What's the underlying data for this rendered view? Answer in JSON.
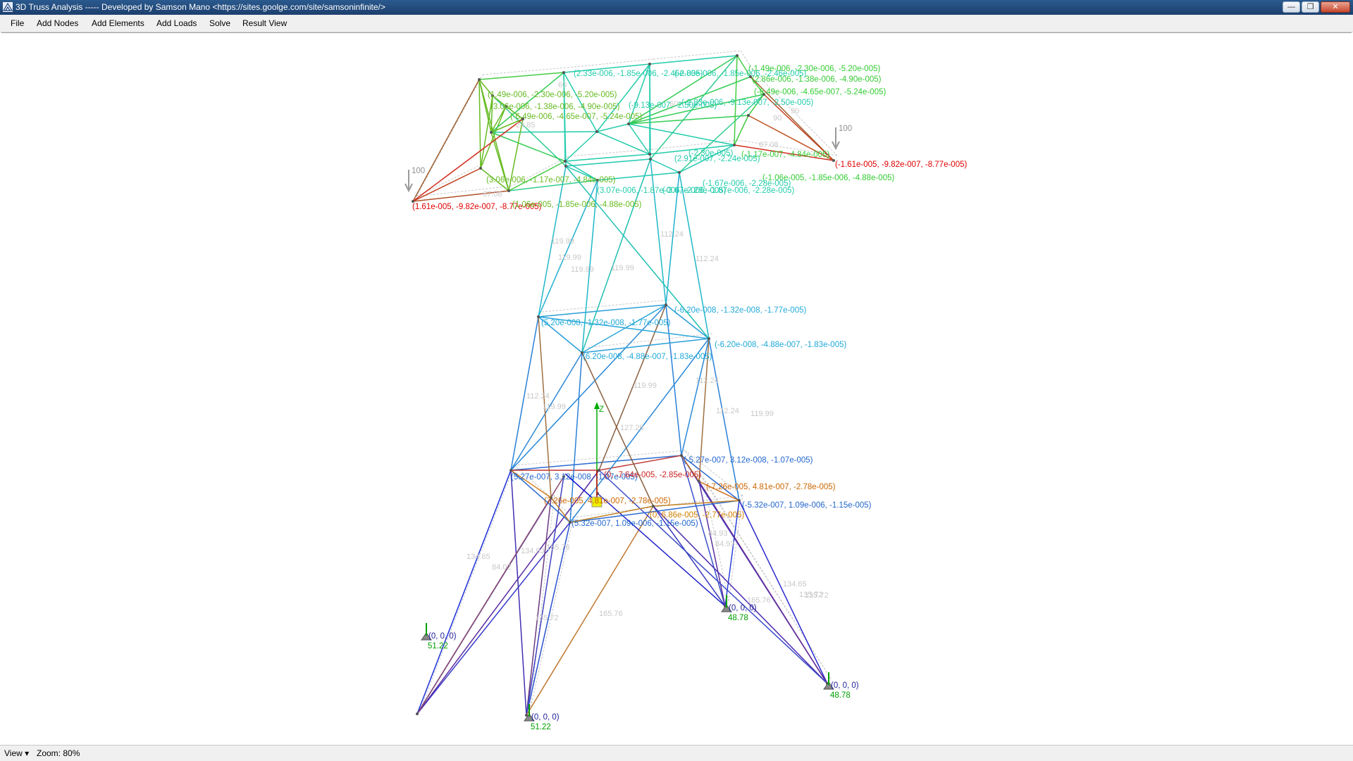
{
  "window": {
    "title": "3D Truss Analysis ----- Developed by Samson Mano <https://sites.goolge.com/site/samsoninfinite/>",
    "buttons": {
      "minimize": "—",
      "maximize": "❐",
      "close": "✕"
    }
  },
  "menu": {
    "items": [
      {
        "label": "File"
      },
      {
        "label": "Add Nodes"
      },
      {
        "label": "Add Elements"
      },
      {
        "label": "Add Loads"
      },
      {
        "label": "Solve"
      },
      {
        "label": "Result View"
      }
    ]
  },
  "status": {
    "view_label": "View ▾",
    "zoom_label": "Zoom: 80%"
  },
  "colors": {
    "support_green": "#00a000",
    "load_arrow": "#9a9a9a",
    "axis_z": "#00aa00",
    "axis_x": "#cc0000",
    "axis_y": "#0000cc"
  },
  "model": {
    "loads": [
      {
        "label": "100"
      },
      {
        "label": "100"
      }
    ],
    "axis_label": "Z",
    "displacement_labels": [
      {
        "text": "(1.61e-005, -9.82e-007, -8.77e-005)",
        "color": "#e00000"
      },
      {
        "text": "(-1.61e-005, -9.82e-007, -8.77e-005)",
        "color": "#e00000"
      },
      {
        "text": "(-6.20e-008, -1.32e-008, -1.77e-005)",
        "color": "#1fa9d8"
      },
      {
        "text": "(-6.20e-008, -4.88e-007, -1.83e-005)",
        "color": "#1fa9d8"
      },
      {
        "text": "(6.20e-008, -4.88e-007, -1.83e-005)",
        "color": "#1fa9d8"
      },
      {
        "text": "(5.20e-008, -1.32e-008, -1.77e-005)",
        "color": "#1fa9d8"
      },
      {
        "text": "(-5.27e-007, 3.12e-008, -1.07e-005)",
        "color": "#2266cc"
      },
      {
        "text": "(-5.32e-007, 1.09e-006, -1.15e-005)",
        "color": "#2266cc"
      },
      {
        "text": "(5.32e-007, 1.09e-006, -1.15e-005)",
        "color": "#2266cc"
      },
      {
        "text": "(5.27e-007, 3.12e-008, -1.07e-005)",
        "color": "#2266cc"
      },
      {
        "text": "(-7.26e-005, 4.81e-007, -2.78e-005)",
        "color": "#cc6600"
      },
      {
        "text": "(7.26e-005, 4.81e-007, -2.78e-005)",
        "color": "#cc6600"
      },
      {
        "text": "(0, 6.86e-005, -2.77e-005)",
        "color": "#d08000"
      },
      {
        "text": "(0, -7.64e-005, -2.85e-005)",
        "color": "#cc2222"
      },
      {
        "text": "(-1.49e-006, -2.30e-006, -5.20e-005)",
        "color": "#33cc33"
      },
      {
        "text": "(2.86e-006, -1.38e-006, -4.90e-005)",
        "color": "#33cc33"
      },
      {
        "text": "(-6.49e-006, -4.65e-007, -5.24e-005)",
        "color": "#33cc33"
      },
      {
        "text": "(-1.17e-007, -4.84e-005)",
        "color": "#33cc33"
      },
      {
        "text": "(-1.06e-005, -1.85e-006, -4.88e-005)",
        "color": "#33cc33"
      },
      {
        "text": "(1.49e-006, -2.30e-006, -5.20e-005)",
        "color": "#66bb22"
      },
      {
        "text": "(3.06e-006, -1.38e-006, -4.90e-005)",
        "color": "#66bb22"
      },
      {
        "text": "(-6.49e-006, -4.65e-007, -5.24e-005)",
        "color": "#66bb22"
      },
      {
        "text": "(3.06e-006, -1.17e-007, -4.84e-005)",
        "color": "#66bb22"
      },
      {
        "text": "(1.06e-005, -1.85e-006, -4.88e-005)",
        "color": "#66bb22"
      },
      {
        "text": "(2.33e-006, -1.85e-006, -2.46e-005)",
        "color": "#22ccaa"
      },
      {
        "text": "(-2.83e-006, -1.85e-006, -2.46e-005)",
        "color": "#22ccaa"
      },
      {
        "text": "(-9.13e-007, -2.50e-005)",
        "color": "#22ccaa"
      },
      {
        "text": "(-2.83e-006, -9.13e-007, -2.50e-005)",
        "color": "#22ccaa"
      },
      {
        "text": "(3.07e-006, -1.87e-006, -2.28e-005)",
        "color": "#22ccaa"
      },
      {
        "text": "(-3.07e-006, -1.87e-006, -2.28e-005)",
        "color": "#22ccaa"
      },
      {
        "text": "(-2.30e-005)",
        "color": "#22ccaa"
      },
      {
        "text": "(-1.67e-006, -2.28e-005)",
        "color": "#22ccaa"
      },
      {
        "text": "(2.91e-007, -2.24e-005)",
        "color": "#22ccaa"
      }
    ],
    "supports": [
      {
        "coords": "(0, 0, 0)",
        "reaction": "51.22"
      },
      {
        "coords": "(0, 0, 0)",
        "reaction": "51.22"
      },
      {
        "coords": "(0, 0, 0)",
        "reaction": "48.78"
      },
      {
        "coords": "(0, 0, 0)",
        "reaction": "48.78"
      }
    ],
    "member_lengths": [
      "67.08",
      "67.08",
      "60",
      "60",
      "24.85",
      "90",
      "90",
      "119.99",
      "119.99",
      "119.99",
      "112.24",
      "112.24",
      "119.99",
      "112.24",
      "119.99",
      "127.28",
      "119.99",
      "112.24",
      "112.24",
      "119.99",
      "134.65",
      "134.93",
      "84.02",
      "135.72",
      "165.76",
      "165.76",
      "135.72",
      "134.65",
      "135.72",
      "84.93",
      "84.93",
      "165.76"
    ]
  }
}
